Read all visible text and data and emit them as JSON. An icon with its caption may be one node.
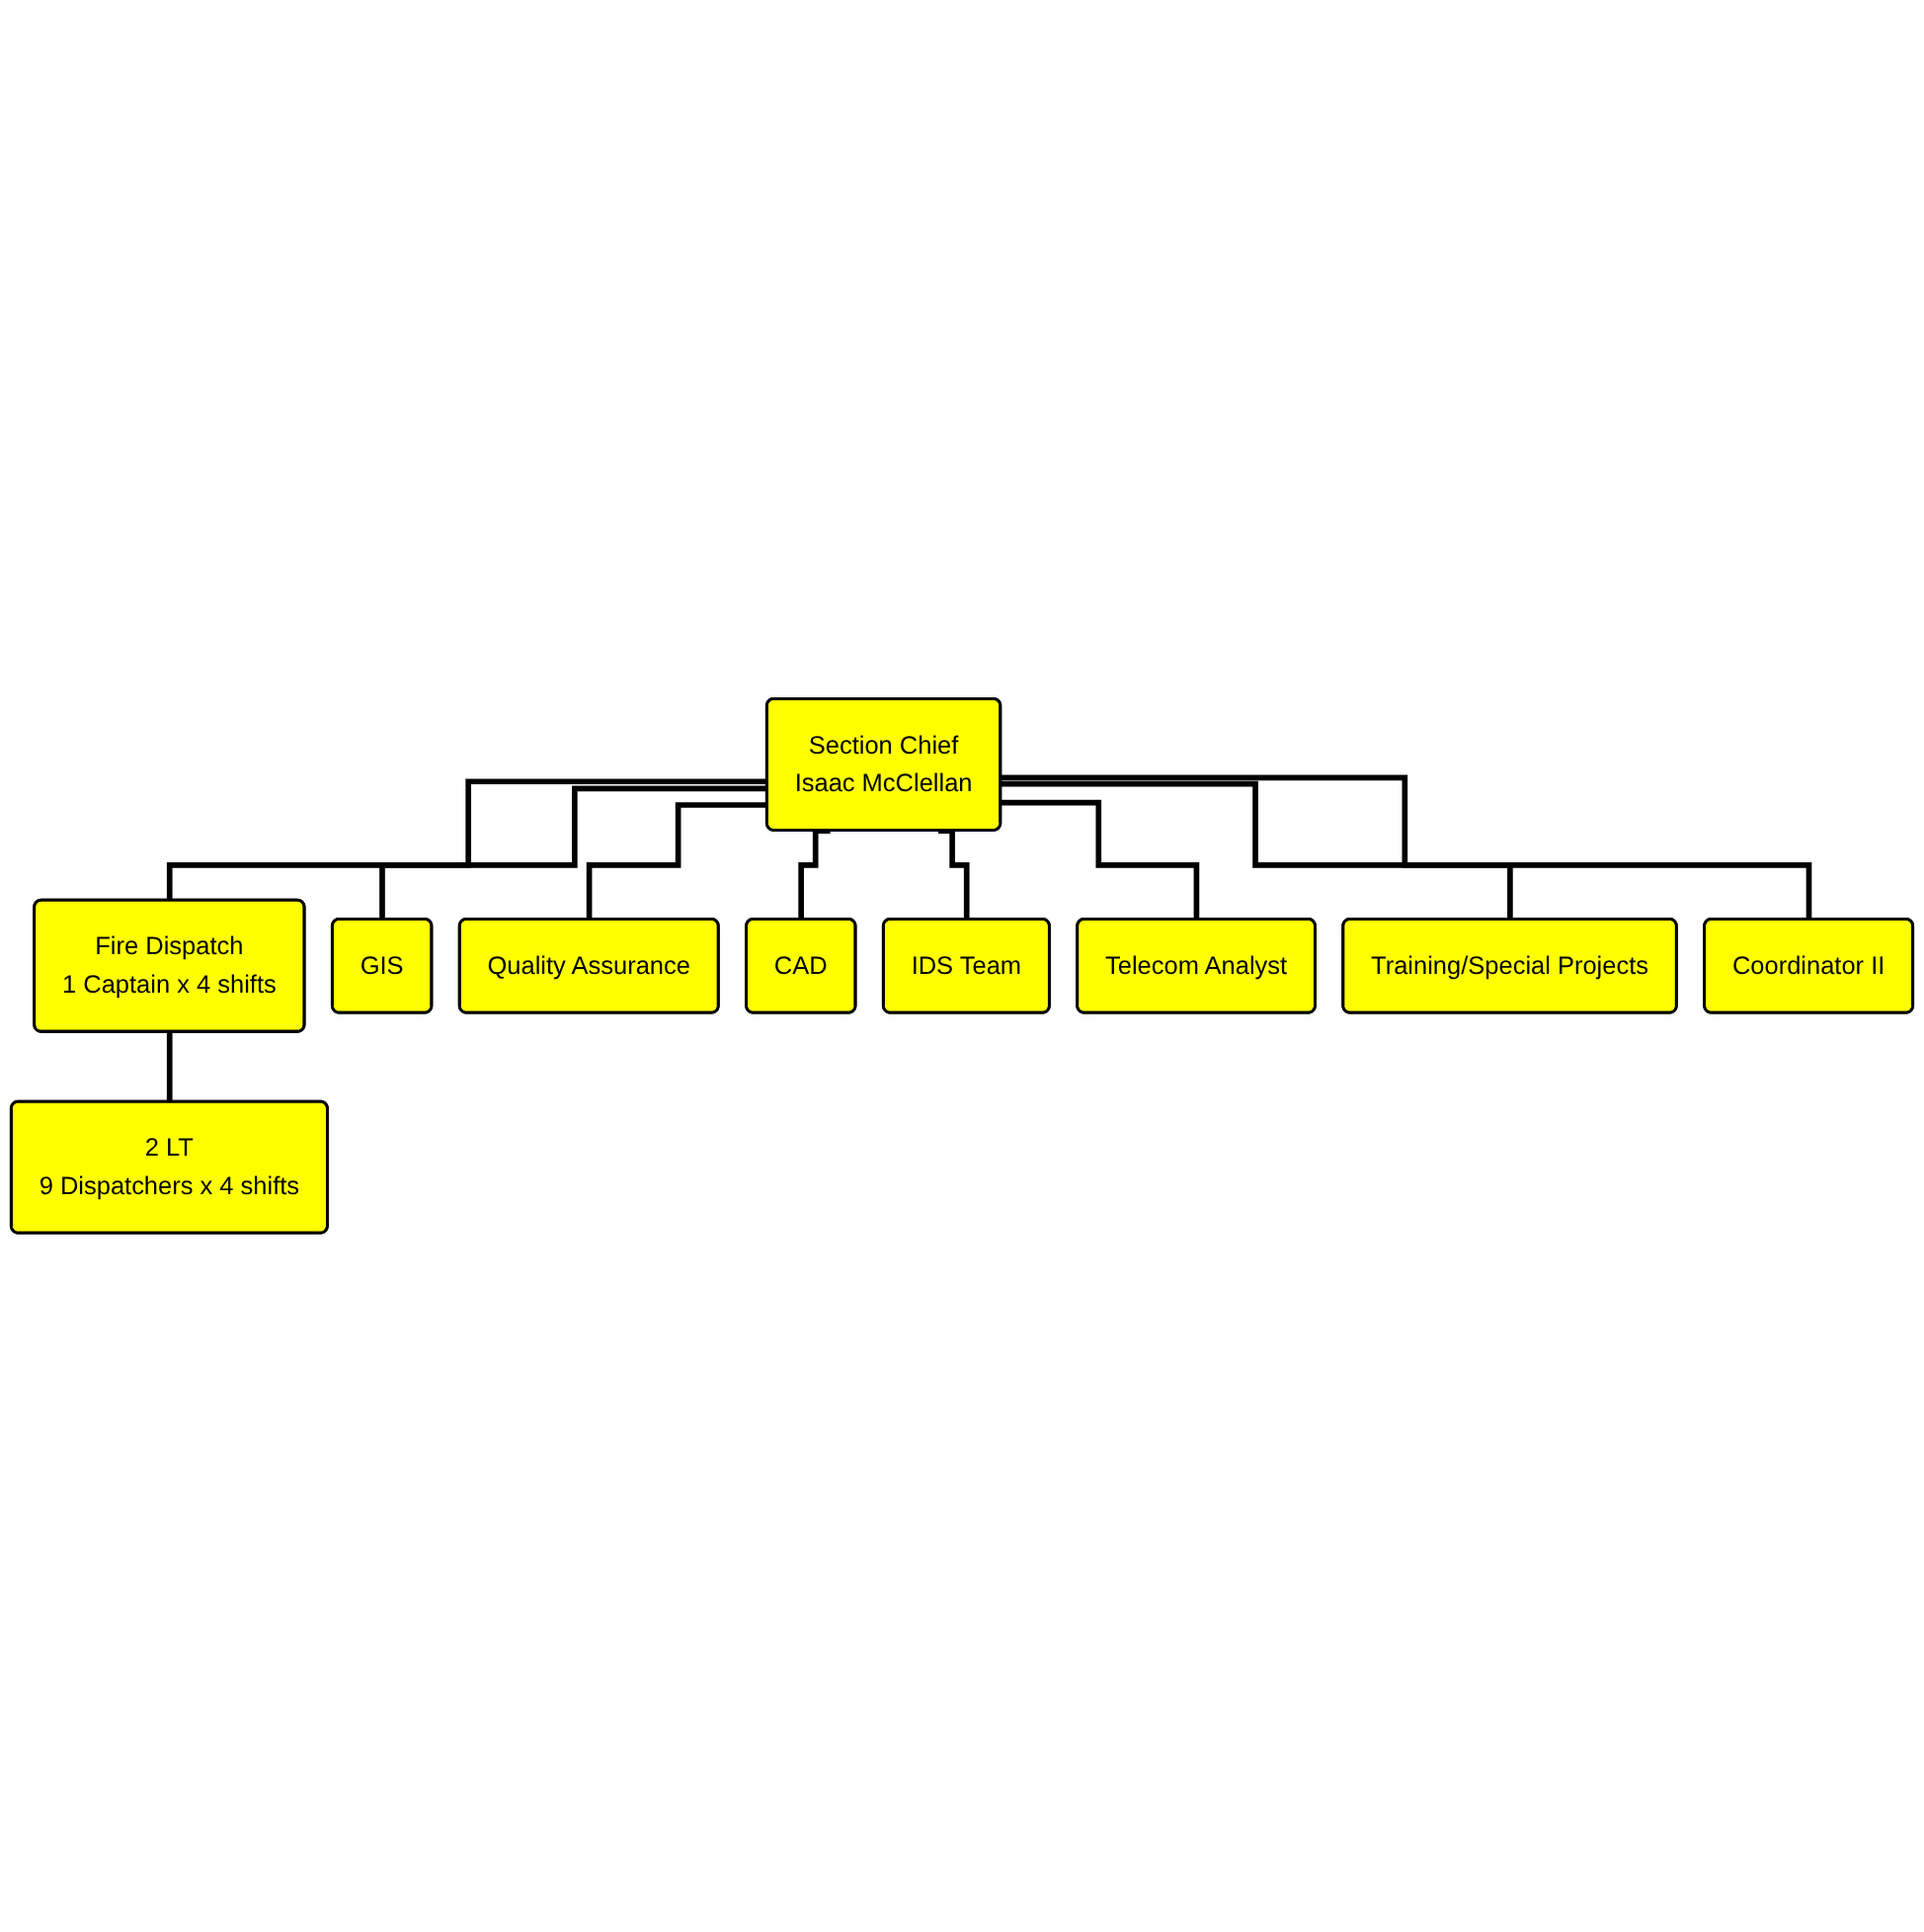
{
  "diagram": {
    "nodes": [
      {
        "text": [
          "Section Chief",
          "Isaac McClellan"
        ]
      },
      {
        "text": [
          "Fire Dispatch",
          "1 Captain x 4 shifts"
        ]
      },
      {
        "text": [
          "GIS"
        ]
      },
      {
        "text": [
          "2 LT",
          "9 Dispatchers  x 4 shifts"
        ]
      },
      {
        "text": [
          "Quality Assurance"
        ]
      },
      {
        "text": [
          "CAD"
        ]
      },
      {
        "text": [
          "IDS Team"
        ]
      },
      {
        "text": [
          "Telecom Analyst"
        ]
      },
      {
        "text": [
          "Training/Special Projects"
        ]
      },
      {
        "text": [
          "Coordinator II"
        ]
      }
    ],
    "edges": [
      {
        "from": 0,
        "to": 1,
        "arrow": "none"
      },
      {
        "from": 0,
        "to": 2,
        "arrow": "none"
      },
      {
        "from": 1,
        "to": 3,
        "arrow": "none"
      },
      {
        "from": 0,
        "to": 4,
        "arrow": "none"
      },
      {
        "from": 0,
        "to": 5,
        "arrow": "none"
      },
      {
        "from": 0,
        "to": 6,
        "arrow": "none"
      },
      {
        "from": 0,
        "to": 7,
        "arrow": "none"
      },
      {
        "from": 0,
        "to": 8,
        "arrow": "none"
      },
      {
        "from": 0,
        "to": 9,
        "arrow": "none"
      }
    ]
  }
}
